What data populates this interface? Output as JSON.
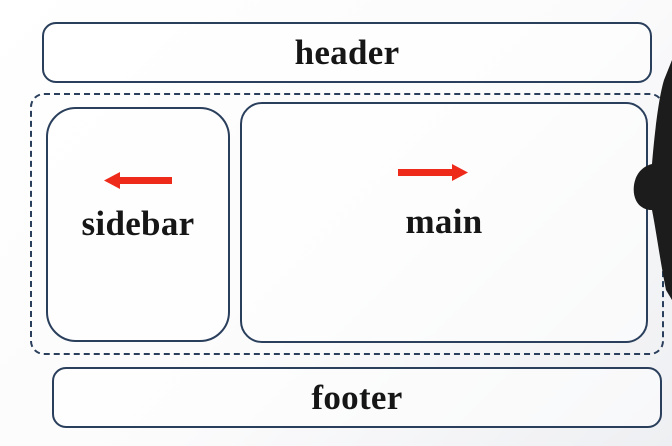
{
  "diagram": {
    "header": {
      "label": "header"
    },
    "sidebar": {
      "label": "sidebar",
      "arrow_direction": "left"
    },
    "main": {
      "label": "main",
      "arrow_direction": "right"
    },
    "footer": {
      "label": "footer"
    }
  },
  "colors": {
    "box_border": "#2a3f5c",
    "arrow": "#ee2a1a",
    "text": "#161616"
  }
}
